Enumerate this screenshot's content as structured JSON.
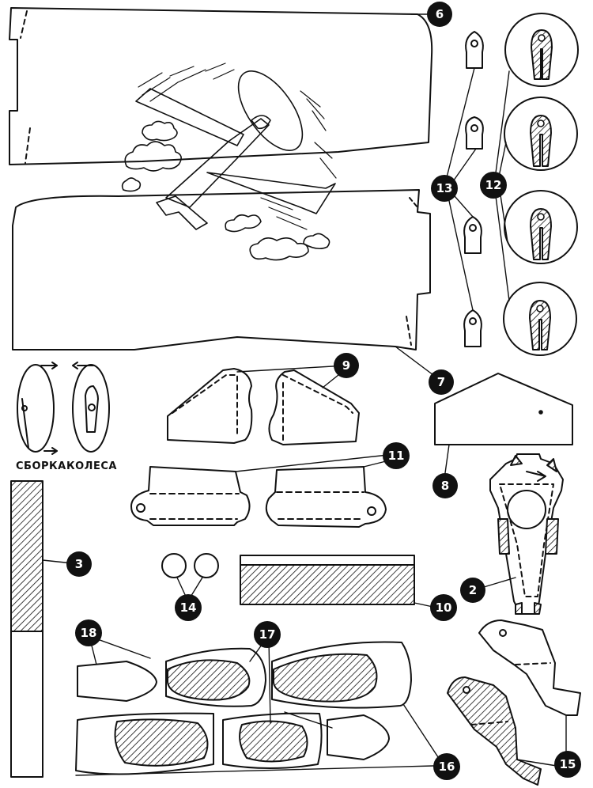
{
  "caption": {
    "line1": "СБОРКА",
    "line2": "КОЛЕСА"
  },
  "labels": {
    "n2": "2",
    "n3": "3",
    "n6": "6",
    "n7": "7",
    "n8": "8",
    "n9": "9",
    "n10": "10",
    "n11": "11",
    "n12": "12",
    "n13": "13",
    "n14": "14",
    "n15": "15",
    "n16": "16",
    "n17": "17",
    "n18": "18"
  },
  "colors": {
    "ink": "#111111",
    "paper": "#ffffff",
    "hatch": "#111111"
  }
}
